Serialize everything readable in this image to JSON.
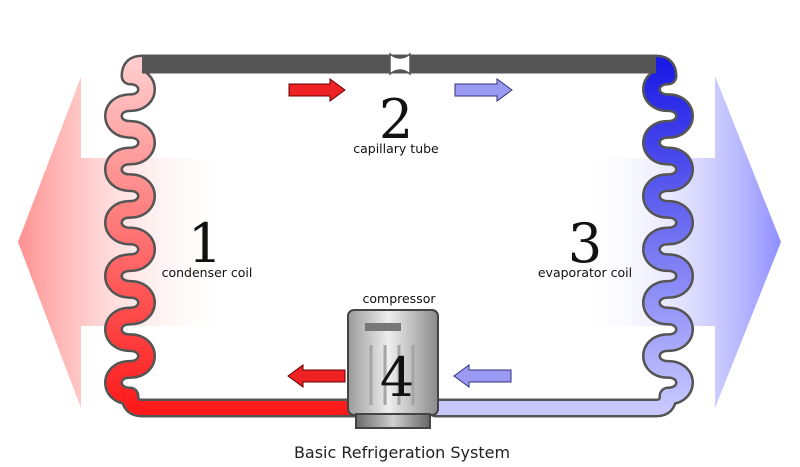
{
  "diagram": {
    "title": "Basic Refrigeration System",
    "components": [
      {
        "number": "1",
        "label": "condenser coil"
      },
      {
        "number": "2",
        "label": "capillary tube"
      },
      {
        "number": "3",
        "label": "evaporator coil"
      },
      {
        "number": "4",
        "label": "compressor"
      }
    ]
  },
  "colors": {
    "hot": "#ff1a1a",
    "hot_light": "#ffd0d0",
    "cold": "#1a1ae6",
    "cold_light": "#c8c8ff",
    "outline": "#555555"
  }
}
